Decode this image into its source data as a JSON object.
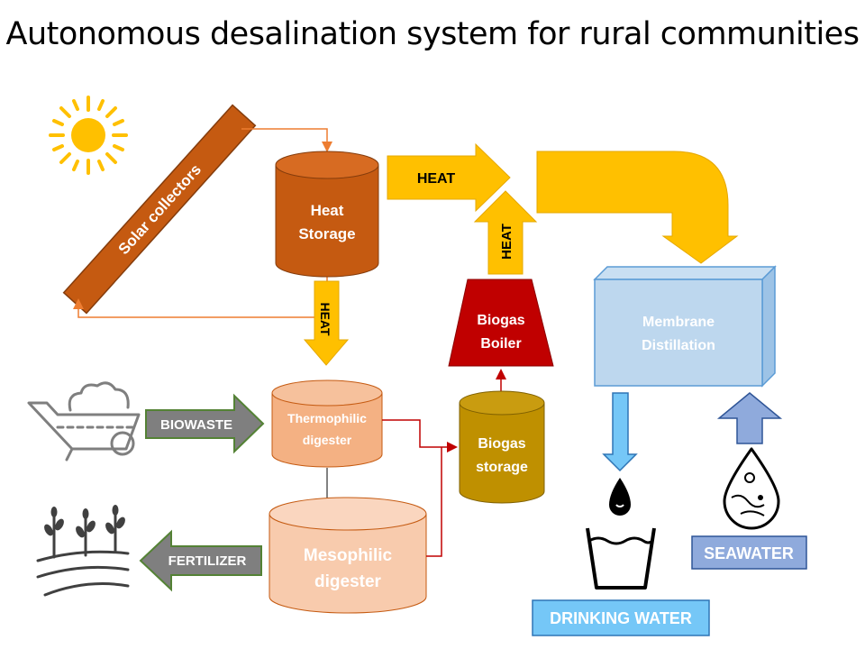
{
  "title": "Autonomous desalination system for rural communities",
  "nodes": {
    "solar_collectors": "Solar collectors",
    "heat_storage": [
      "Heat",
      "Storage"
    ],
    "biogas_boiler": [
      "Biogas",
      "Boiler"
    ],
    "membrane_distillation": [
      "Membrane",
      "Distillation"
    ],
    "thermophilic_digester": [
      "Thermophilic",
      "digester"
    ],
    "biogas_storage": [
      "Biogas",
      "storage"
    ],
    "mesophilic_digester": [
      "Mesophilic",
      "digester"
    ]
  },
  "arrows": {
    "heat_top": "HEAT",
    "heat_down": "HEAT",
    "heat_boiler": "HEAT",
    "biowaste": "BIOWASTE",
    "fertilizer": "FERTILIZER"
  },
  "outputs": {
    "seawater": "SEAWATER",
    "drinking_water": "DRINKING WATER"
  },
  "icons": [
    "sun-icon",
    "wheelbarrow-icon",
    "crops-icon",
    "water-glass-icon",
    "seawater-drop-icon"
  ],
  "colors": {
    "heat_storage": "#c55a11",
    "heat_arrow": "#ffc000",
    "boiler": "#c00000",
    "membrane": "#bdd7ee",
    "thermophilic": "#f4b183",
    "mesophilic": "#f8cbad",
    "biogas_storage": "#bf9000",
    "pipe_red": "#c00000",
    "pipe_orange": "#ed7d31"
  }
}
